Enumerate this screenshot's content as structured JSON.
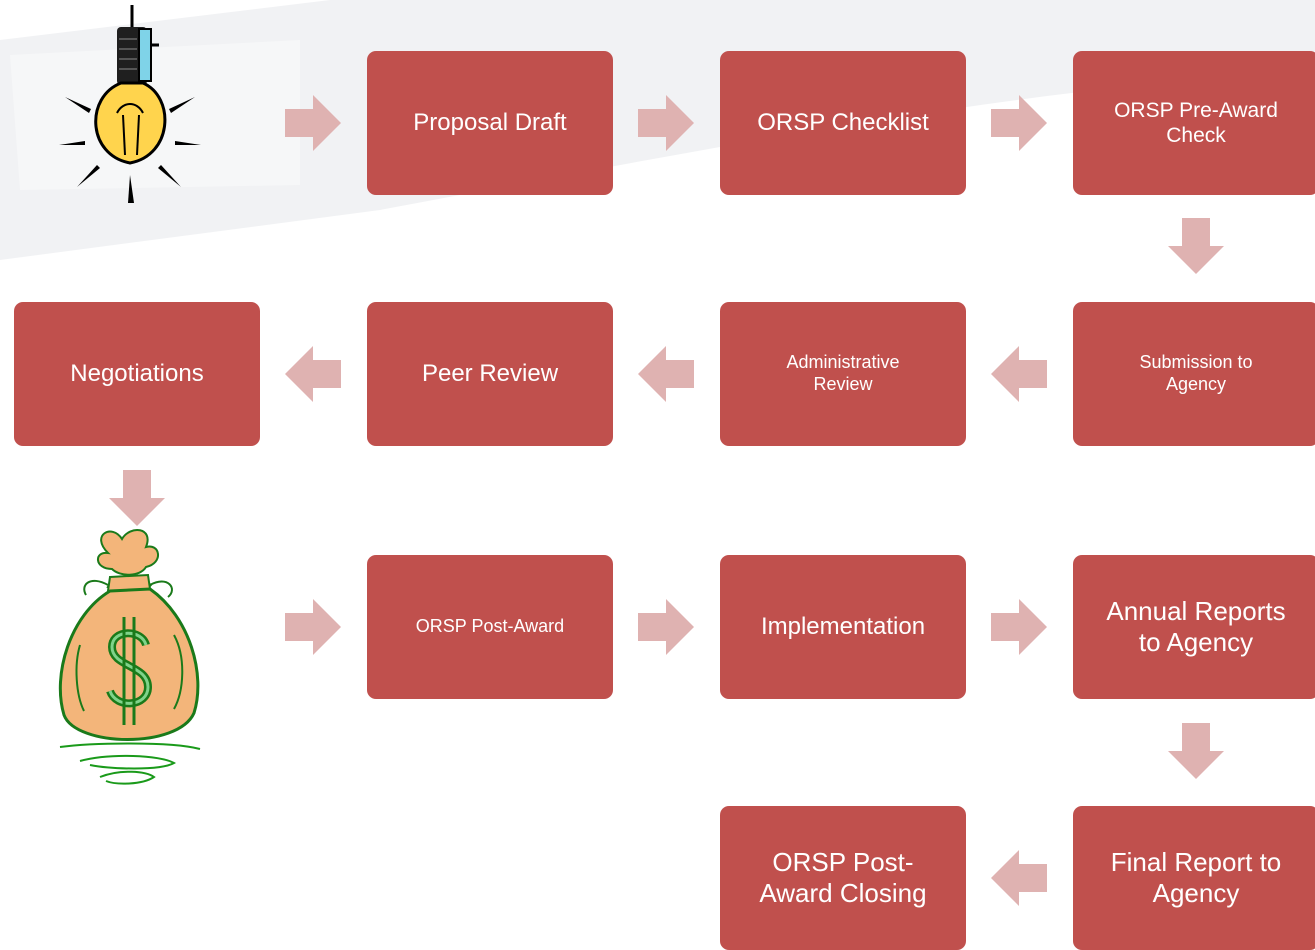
{
  "colors": {
    "box_fill": "#c0504d",
    "box_text": "#ffffff",
    "arrow_fill": "#dfb2b1",
    "background_swoosh": "#eef0f2"
  },
  "icons": {
    "start": "light-bulb-icon",
    "funding": "money-bag-icon"
  },
  "steps": {
    "proposal_draft": "Proposal Draft",
    "orsp_checklist": "ORSP Checklist",
    "orsp_pre_award_check": "ORSP Pre-Award\nCheck",
    "submission_to_agency": "Submission to\nAgency",
    "administrative_review": "Administrative\nReview",
    "peer_review": "Peer Review",
    "negotiations": "Negotiations",
    "orsp_post_award": "ORSP Post-Award",
    "implementation": "Implementation",
    "annual_reports": "Annual Reports\nto Agency",
    "final_report": "Final Report to\nAgency",
    "orsp_post_award_closing": "ORSP Post-\nAward Closing"
  }
}
